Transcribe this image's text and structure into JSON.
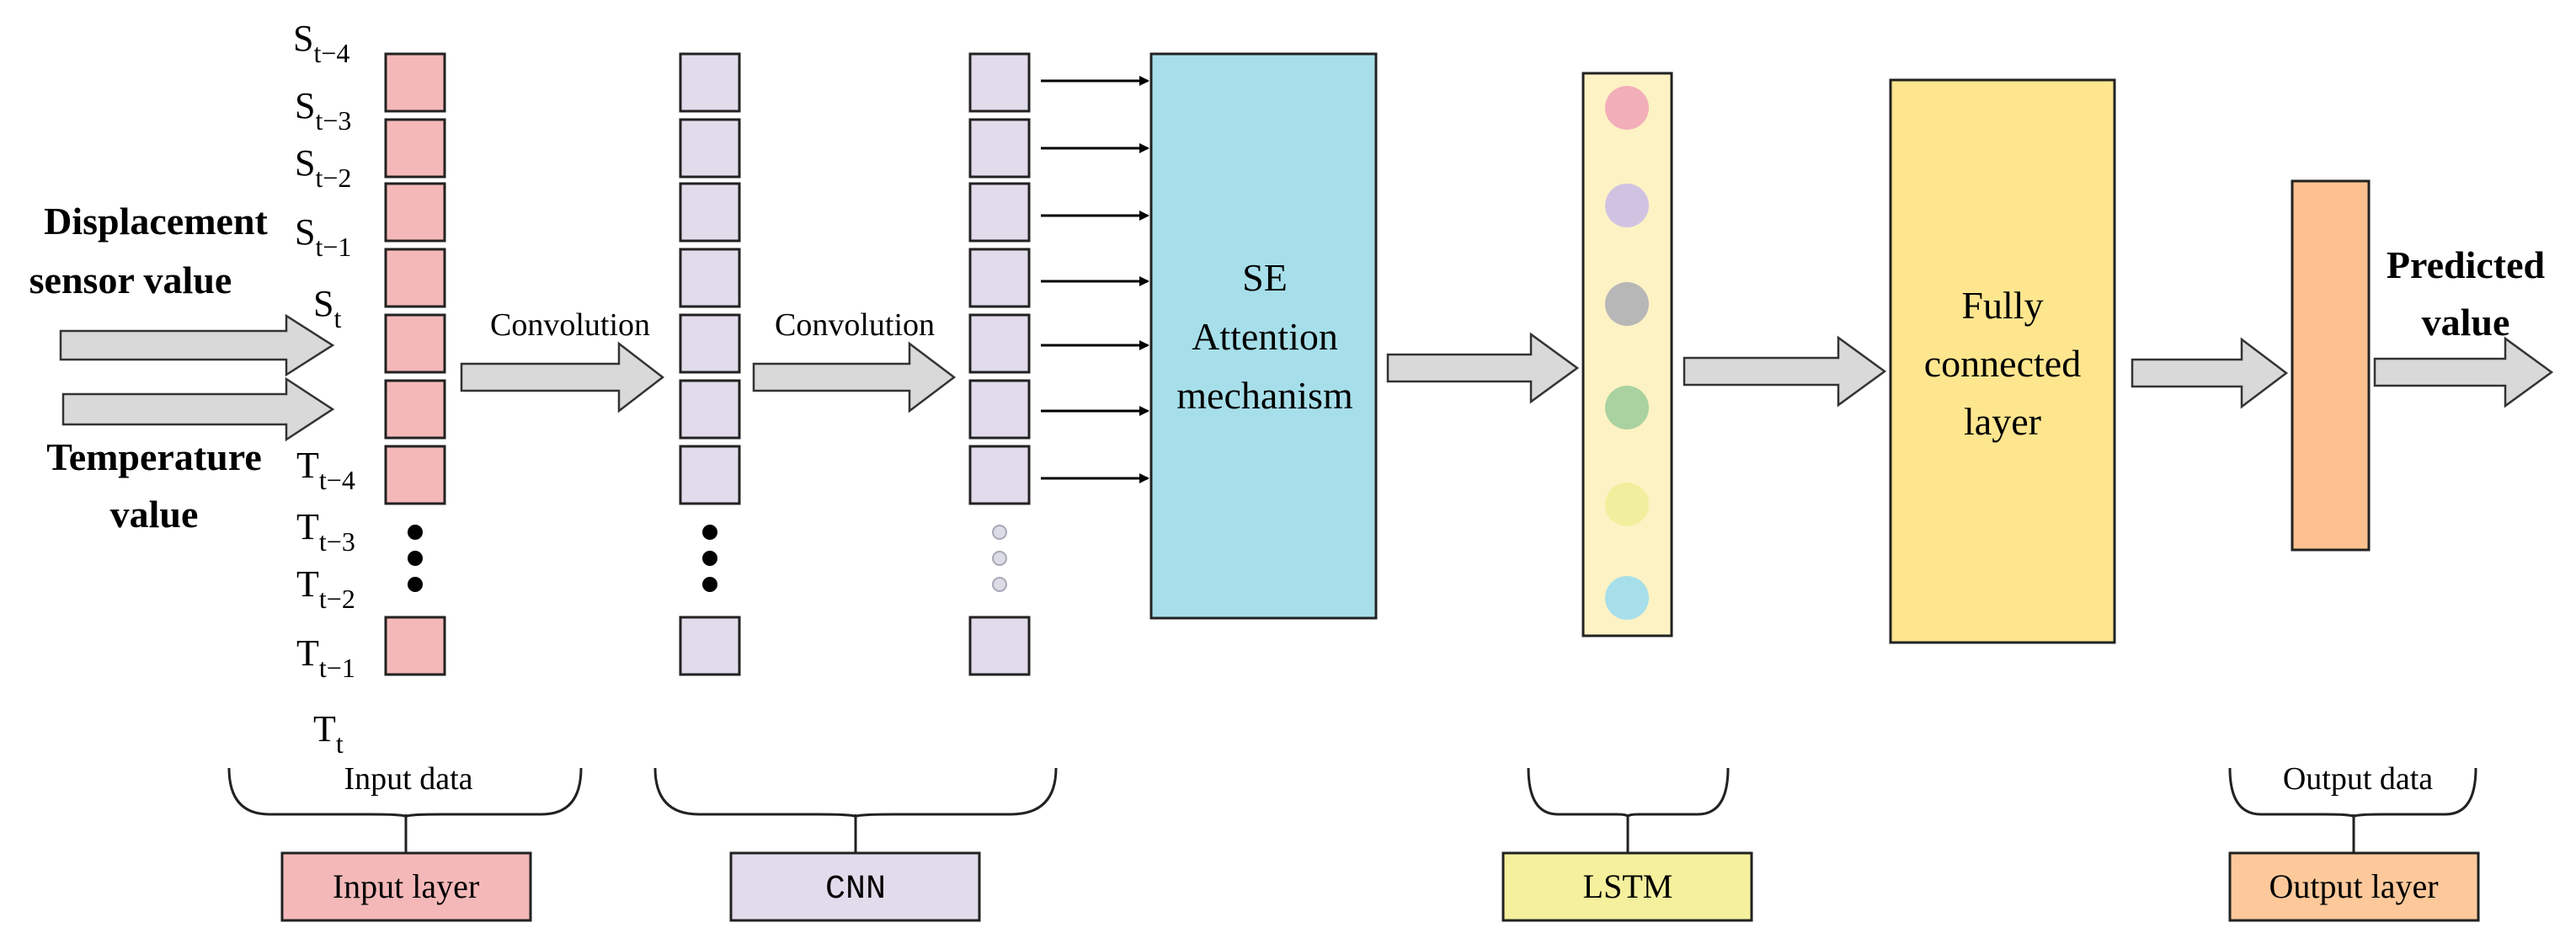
{
  "inputs": {
    "displacement": [
      "Displacement",
      "sensor value"
    ],
    "temperature": [
      "Temperature",
      "value"
    ]
  },
  "sequence_labels": [
    {
      "base": "S",
      "sub": "t−4"
    },
    {
      "base": "S",
      "sub": "t−3"
    },
    {
      "base": "S",
      "sub": "t−2"
    },
    {
      "base": "S",
      "sub": "t−1"
    },
    {
      "base": "S",
      "sub": "t"
    },
    {
      "base": "T",
      "sub": "t−4"
    },
    {
      "base": "T",
      "sub": "t−3"
    },
    {
      "base": "T",
      "sub": "t−2"
    },
    {
      "base": "T",
      "sub": "t−1"
    },
    {
      "base": "T",
      "sub": "t"
    }
  ],
  "conv_label_1": "Convolution",
  "conv_label_2": "Convolution",
  "se_block": [
    "SE",
    "Attention",
    "mechanism"
  ],
  "fc_block": [
    "Fully",
    "connected",
    "layer"
  ],
  "output_label": [
    "Predicted",
    "value"
  ],
  "brace_labels": {
    "input": "Input data",
    "output": "Output data"
  },
  "layer_boxes": {
    "input": "Input layer",
    "cnn": "CNN",
    "lstm": "LSTM",
    "output": "Output layer"
  },
  "colors": {
    "input_cell": "#f4b8b8",
    "cnn_cell": "#e1dbeb",
    "se_block": "#a6dfea",
    "lstm_bar": "#fdf2c4",
    "lstm_dots": [
      "#f2aeb9",
      "#d0c3e2",
      "#b7b7b7",
      "#aad2a0",
      "#f1ef9d",
      "#a6dfea"
    ],
    "fc_block": "#fde68e",
    "output_bar": "#fdc18f",
    "arrow_fill": "#d9d9d9",
    "input_layer_box": "#f4b8b8",
    "cnn_box": "#e1dbeb",
    "lstm_box": "#f4f09d",
    "output_layer_box": "#fdc99b"
  }
}
